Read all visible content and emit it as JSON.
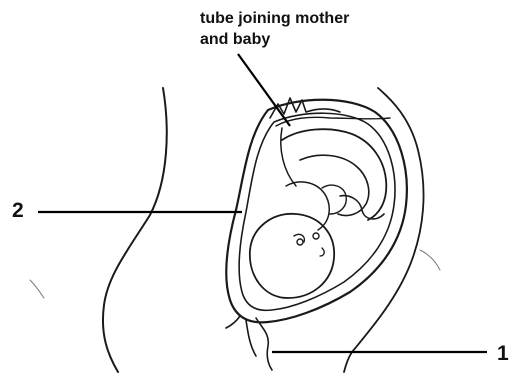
{
  "labels": {
    "top_line_1": "tube joining mother",
    "top_line_2": "and baby",
    "label_2": "2",
    "label_1": "1"
  },
  "colors": {
    "ink": "#1a1a1a",
    "background": "#ffffff"
  }
}
